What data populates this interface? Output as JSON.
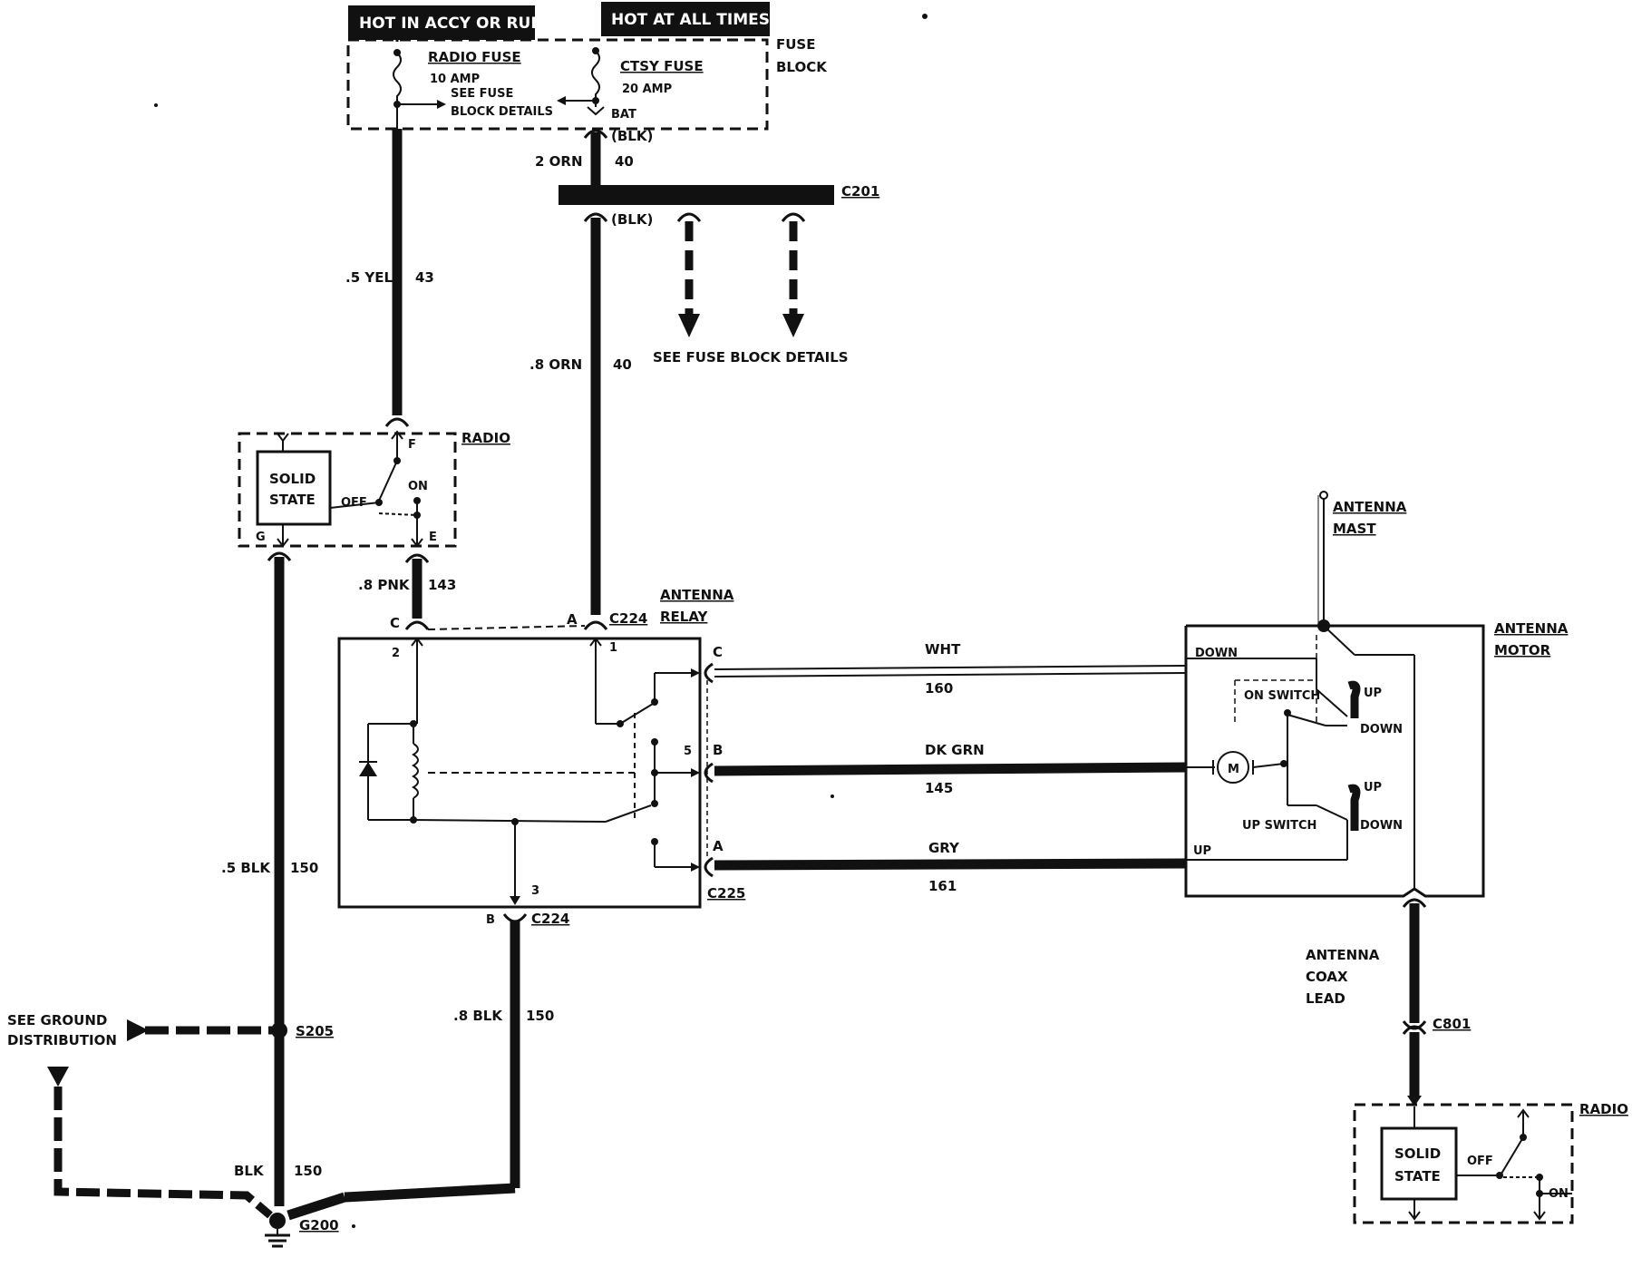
{
  "headers": {
    "hot_accy_run": "HOT IN ACCY OR RUN",
    "hot_all_times": "HOT AT ALL TIMES"
  },
  "fuse_block": {
    "title_1": "FUSE",
    "title_2": "BLOCK",
    "radio_fuse": "RADIO FUSE",
    "radio_amp": "10 AMP",
    "see_fuse_1": "SEE FUSE",
    "see_fuse_2": "BLOCK DETAILS",
    "ctsy_fuse": "CTSY FUSE",
    "ctsy_amp": "20 AMP",
    "bat": "BAT"
  },
  "wires": {
    "blk_top": "(BLK)",
    "blk_bottom": "(BLK)",
    "w2orn_color": "2 ORN",
    "w2orn_num": "40",
    "yel_color": ".5 YEL",
    "yel_num": "43",
    "orn_color": ".8 ORN",
    "orn_num": "40",
    "pnk_color": ".8 PNK",
    "pnk_num": "143",
    "blk5_color": ".5 BLK",
    "blk5_num": "150",
    "blk8_color": ".8 BLK",
    "blk8_num": "150",
    "blk_color": "BLK",
    "blk_num": "150",
    "wht_color": "WHT",
    "wht_num": "160",
    "dkgrn_color": "DK GRN",
    "dkgrn_num": "145",
    "gry_color": "GRY",
    "gry_num": "161"
  },
  "connectors": {
    "c201": "C201",
    "c224_top": "C224",
    "c224_bottom": "C224",
    "c225": "C225",
    "c801": "C801",
    "s205": "S205",
    "g200": "G200"
  },
  "fuse_details": "SEE FUSE BLOCK DETAILS",
  "radio_top": {
    "title": "RADIO",
    "solid_1": "SOLID",
    "solid_2": "STATE",
    "off": "OFF",
    "on": "ON",
    "pin_f": "F",
    "pin_g": "G",
    "pin_e": "E"
  },
  "relay": {
    "title_1": "ANTENNA",
    "title_2": "RELAY",
    "pin_c_top": "C",
    "pin_a_top": "A",
    "pin_2": "2",
    "pin_1": "1",
    "pin_3": "3",
    "pin_5": "5",
    "pin_b_bottom": "B",
    "right_c": "C",
    "right_b": "B",
    "right_a": "A"
  },
  "motor": {
    "mast_1": "ANTENNA",
    "mast_2": "MAST",
    "title_1": "ANTENNA",
    "title_2": "MOTOR",
    "down": "DOWN",
    "on_switch": "ON SWITCH",
    "up1": "UP",
    "down1": "DOWN",
    "m": "M",
    "up2": "UP",
    "up_switch": "UP SWITCH",
    "down2": "DOWN",
    "up_label": "UP"
  },
  "coax": {
    "l1": "ANTENNA",
    "l2": "COAX",
    "l3": "LEAD"
  },
  "ground": {
    "see_1": "SEE GROUND",
    "see_2": "DISTRIBUTION"
  },
  "radio_bottom": {
    "title": "RADIO",
    "solid_1": "SOLID",
    "solid_2": "STATE",
    "off": "OFF",
    "on": "ON"
  }
}
